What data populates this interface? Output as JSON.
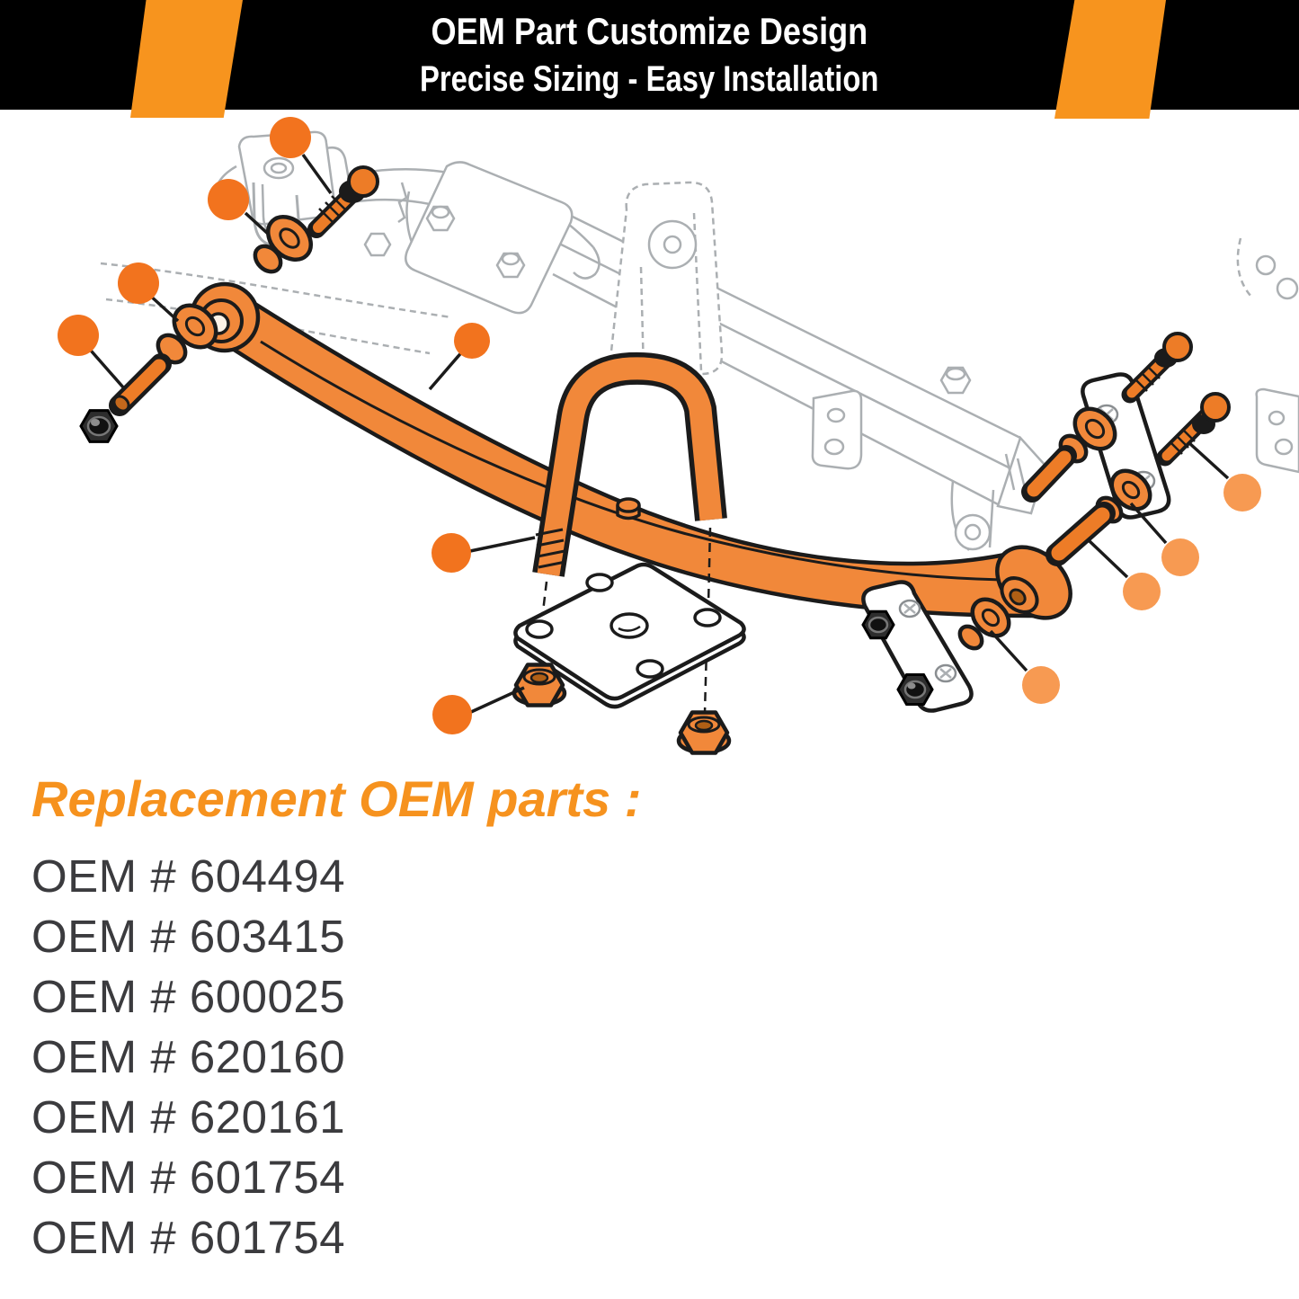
{
  "banner": {
    "line1": "OEM Part Customize Design",
    "line2": "Precise Sizing - Easy Installation"
  },
  "parts_list": {
    "heading": "Replacement OEM parts :",
    "items": [
      "OEM # 604494",
      "OEM # 603415",
      "OEM # 600025",
      "OEM # 620160",
      "OEM # 620161",
      "OEM # 601754",
      "OEM # 601754"
    ]
  },
  "colors": {
    "banner_bg": "#000000",
    "banner_text": "#ffffff",
    "stripe": "#F7941E",
    "accent_heading": "#F6921E",
    "callout_dot": "#F2731E",
    "callout_dot_light": "#F79A52",
    "part_fill": "#F1883A",
    "part_fill_dark": "#ED7C27",
    "sketch_gray": "#ABAFB2",
    "list_text": "#3B3B3E"
  }
}
